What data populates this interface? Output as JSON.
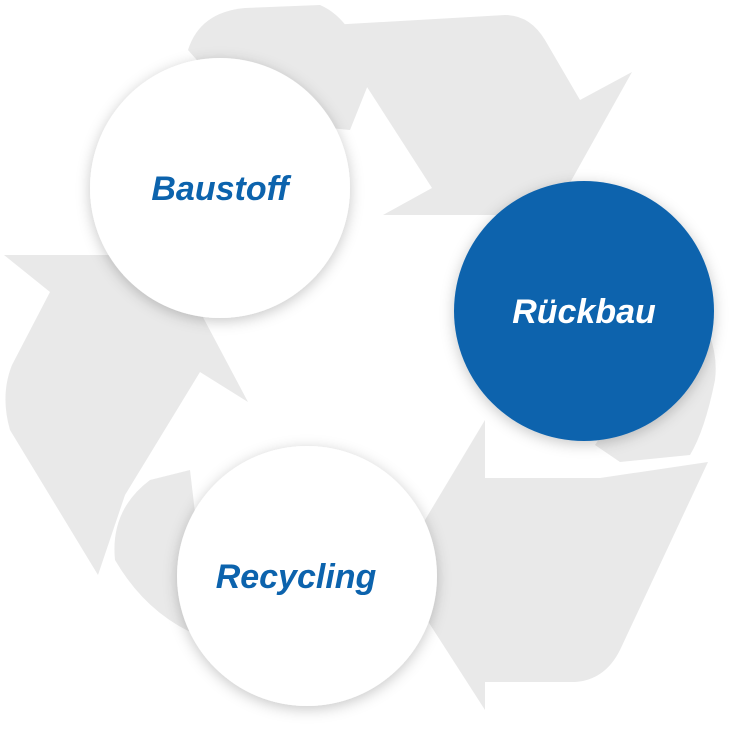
{
  "colors": {
    "background": "#ffffff",
    "arrow_fill": "#e9e9e9",
    "neutral_circle_fill": "#ffffff",
    "accent_circle_fill": "#0c63ad",
    "label_accent": "#0c63ad",
    "label_on_accent": "#ffffff"
  },
  "nodes": [
    {
      "id": "baustoff",
      "label": "Baustoff",
      "highlighted": false
    },
    {
      "id": "rueckbau",
      "label": "Rückbau",
      "highlighted": true
    },
    {
      "id": "recycling",
      "label": "Recycling",
      "highlighted": false
    }
  ]
}
